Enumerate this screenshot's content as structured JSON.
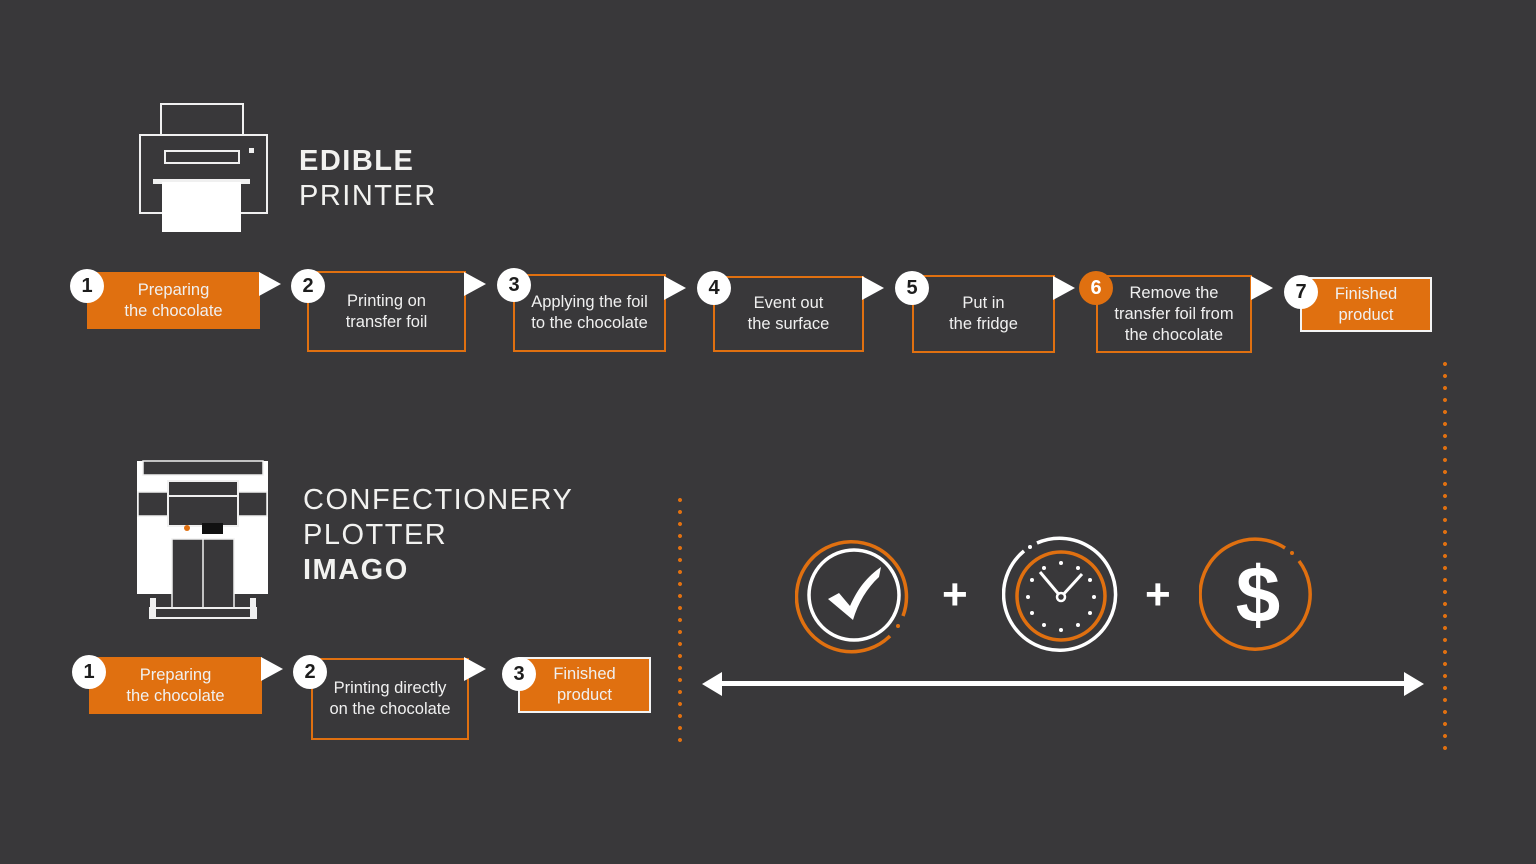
{
  "colors": {
    "background": "#39383a",
    "accent": "#e07010",
    "foreground": "#ffffff"
  },
  "edible_printer": {
    "title_bold": "EDIBLE",
    "title_regular": "PRINTER",
    "icon": "printer-icon",
    "steps": [
      {
        "number": "1",
        "label_line1": "Preparing",
        "label_line2": "the chocolate",
        "label_line3": "",
        "style": "filled"
      },
      {
        "number": "2",
        "label_line1": "Printing on",
        "label_line2": "transfer foil",
        "label_line3": "",
        "style": "outline"
      },
      {
        "number": "3",
        "label_line1": "Applying the foil",
        "label_line2": "to the chocolate",
        "label_line3": "",
        "style": "outline"
      },
      {
        "number": "4",
        "label_line1": "Event out",
        "label_line2": "the surface",
        "label_line3": "",
        "style": "outline"
      },
      {
        "number": "5",
        "label_line1": "Put in",
        "label_line2": "the fridge",
        "label_line3": "",
        "style": "outline"
      },
      {
        "number": "6",
        "label_line1": "Remove the",
        "label_line2": "transfer foil from",
        "label_line3": "the chocolate",
        "style": "outline-highlight"
      },
      {
        "number": "7",
        "label_line1": "Finished",
        "label_line2": "product",
        "label_line3": "",
        "style": "final"
      }
    ]
  },
  "plotter": {
    "title_line1": "CONFECTIONERY",
    "title_line2": "PLOTTER",
    "title_bold": "IMAGO",
    "icon": "plotter-icon",
    "steps": [
      {
        "number": "1",
        "label_line1": "Preparing",
        "label_line2": "the chocolate",
        "style": "filled"
      },
      {
        "number": "2",
        "label_line1": "Printing directly",
        "label_line2": "on the chocolate",
        "style": "outline"
      },
      {
        "number": "3",
        "label_line1": "Finished",
        "label_line2": "product",
        "style": "final"
      }
    ]
  },
  "benefits": {
    "icons": [
      "quality-check-icon",
      "time-clock-icon",
      "cost-dollar-icon"
    ],
    "operator": "+",
    "span_arrow": "double-arrow-icon"
  }
}
